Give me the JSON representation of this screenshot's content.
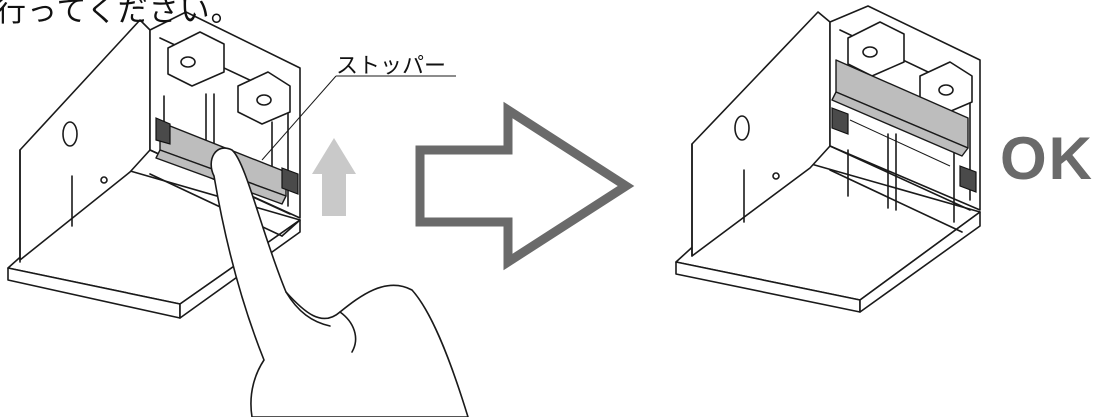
{
  "instruction_fragment": "行ってください。",
  "callout": {
    "label": "ストッパー"
  },
  "result": {
    "label": "OK"
  },
  "colors": {
    "stopper_gray": "#bdbdbd",
    "motion_arrow_gray": "#c9c9c9",
    "transition_arrow_gray": "#6a6a6a",
    "outline": "#1a1a1a"
  },
  "icons": {
    "lift_arrow": "up-arrow-icon",
    "transition_arrow": "right-arrow-icon"
  }
}
